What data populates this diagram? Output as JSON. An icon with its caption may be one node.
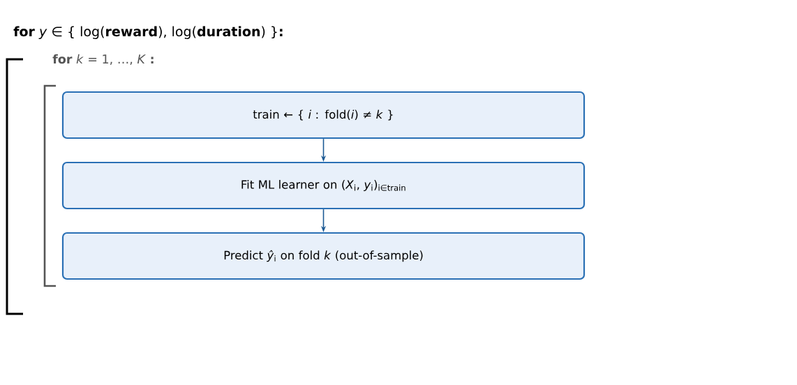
{
  "diagram": {
    "title": "**for** *y* ∈ { log(**reward**), log(**duration**) }**:**",
    "nodes": [
      {
        "text": [
          "train ← { *i* : fold(*i*) ≠ *k* }"
        ]
      },
      {
        "text": [
          "Fit ML learner on (*X*$_{i}$, *y*$_{i}$)$_{i∈train}$"
        ]
      },
      {
        "text": [
          "Predict *ŷ*$_{i}$ on fold *k*   (out-of-sample)"
        ]
      }
    ],
    "edges": [
      {
        "from": 0,
        "to": 1,
        "arrow": "to"
      },
      {
        "from": 1,
        "to": 2,
        "arrow": "to"
      }
    ],
    "labels": [
      "**for** *k* = 1, …, *K* **:**"
    ]
  }
}
